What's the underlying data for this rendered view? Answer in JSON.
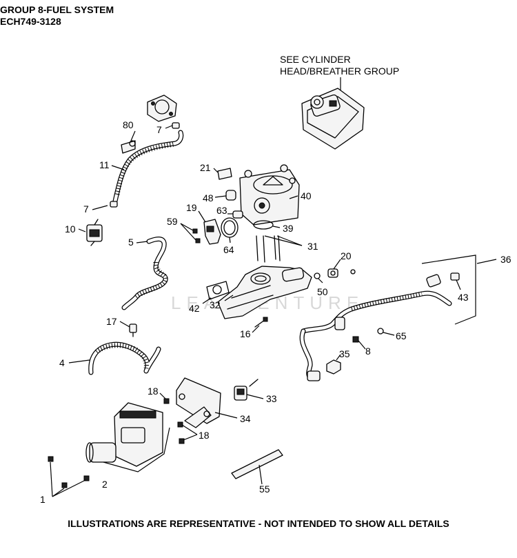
{
  "header": {
    "line1": "GROUP 8-FUEL SYSTEM",
    "line2": "ECH749-3128"
  },
  "note_cylinder": {
    "line1": "SEE CYLINDER",
    "line2": "HEAD/BREATHER GROUP"
  },
  "callouts": [
    "80",
    "7",
    "11",
    "7",
    "10",
    "5",
    "4",
    "17",
    "21",
    "48",
    "19",
    "63",
    "59",
    "64",
    "40",
    "39",
    "31",
    "20",
    "50",
    "42",
    "32",
    "16",
    "36",
    "43",
    "65",
    "8",
    "35",
    "18",
    "33",
    "34",
    "18",
    "2",
    "1",
    "55"
  ],
  "watermark": "LEADVENTURE",
  "footer": "ILLUSTRATIONS ARE REPRESENTATIVE - NOT INTENDED TO SHOW ALL DETAILS"
}
